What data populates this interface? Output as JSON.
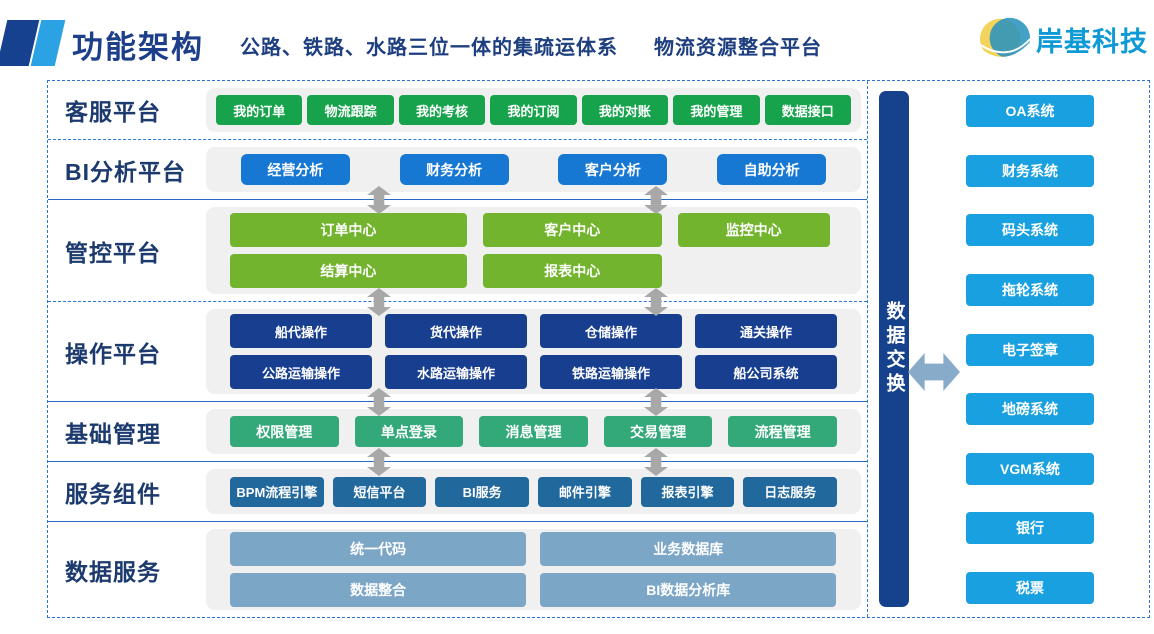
{
  "header": {
    "title": "功能架构",
    "subtitle_1": "公路、铁路、水路三位一体的集疏运体系",
    "subtitle_2": "物流资源整合平台",
    "logo_text": "岸基科技"
  },
  "colors": {
    "customer_service": "#17a34b",
    "bi": "#1778d3",
    "control": "#72b42d",
    "operation": "#183f8f",
    "base_mgmt": "#33a878",
    "service_comp": "#21689c",
    "data_service": "#7ca6c6",
    "systems": "#18a0e0",
    "exchange_bar": "#16418c"
  },
  "rows": [
    {
      "label": "客服平台",
      "color_key": "customer_service",
      "lines": [
        [
          "我的订单",
          "物流跟踪",
          "我的考核",
          "我的订阅",
          "我的对账",
          "我的管理",
          "数据接口"
        ]
      ]
    },
    {
      "label": "BI分析平台",
      "color_key": "bi",
      "lines": [
        [
          "经营分析",
          "财务分析",
          "客户分析",
          "自助分析"
        ]
      ]
    },
    {
      "label": "管控平台",
      "color_key": "control",
      "lines": [
        [
          "订单中心",
          "客户中心",
          "监控中心"
        ],
        [
          "结算中心",
          "报表中心"
        ]
      ]
    },
    {
      "label": "操作平台",
      "color_key": "operation",
      "lines": [
        [
          "船代操作",
          "货代操作",
          "仓储操作",
          "通关操作"
        ],
        [
          "公路运输操作",
          "水路运输操作",
          "铁路运输操作",
          "船公司系统"
        ]
      ]
    },
    {
      "label": "基础管理",
      "color_key": "base_mgmt",
      "lines": [
        [
          "权限管理",
          "单点登录",
          "消息管理",
          "交易管理",
          "流程管理"
        ]
      ]
    },
    {
      "label": "服务组件",
      "color_key": "service_comp",
      "lines": [
        [
          "BPM流程引擎",
          "短信平台",
          "BI服务",
          "邮件引擎",
          "报表引擎",
          "日志服务"
        ]
      ]
    },
    {
      "label": "数据服务",
      "color_key": "data_service",
      "lines": [
        [
          "统一代码",
          "业务数据库"
        ],
        [
          "数据整合",
          "BI数据分析库"
        ]
      ]
    }
  ],
  "exchange_label": "数据交换",
  "systems": [
    "OA系统",
    "财务系统",
    "码头系统",
    "拖轮系统",
    "电子签章",
    "地磅系统",
    "VGM系统",
    "银行",
    "税票"
  ]
}
